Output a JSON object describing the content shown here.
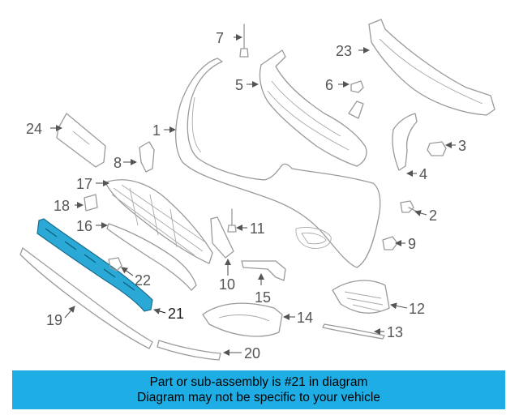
{
  "diagram": {
    "highlight_color": "#1eaee5",
    "highlighted_part": "21",
    "callouts": [
      "1",
      "2",
      "3",
      "4",
      "5",
      "6",
      "7",
      "8",
      "9",
      "10",
      "11",
      "12",
      "13",
      "14",
      "15",
      "16",
      "17",
      "18",
      "19",
      "20",
      "21",
      "22",
      "23",
      "24"
    ]
  },
  "banner": {
    "background": "#1eaee5",
    "line1": "Part or sub-assembly is #21 in diagram",
    "line2": "Diagram may not be specific to your vehicle"
  }
}
